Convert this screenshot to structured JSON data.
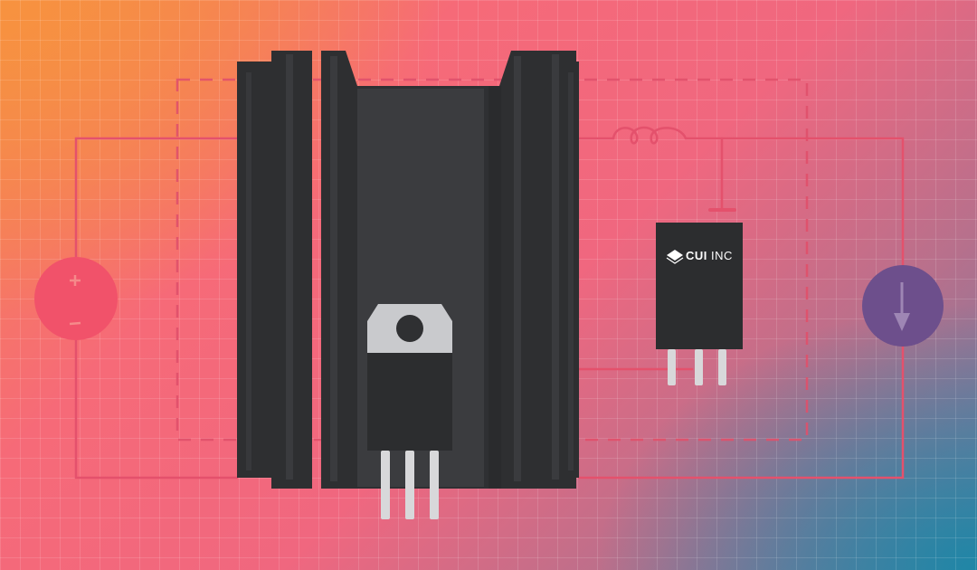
{
  "illustration": {
    "description": "Linear regulator on heat sink vs. compact switching regulator, over circuit schematic",
    "colors": {
      "gradient_top_left": "#f7923f",
      "gradient_mid": "#f66a78",
      "gradient_bottom_right": "#1f86a6",
      "wire": "#e0506a",
      "heatsink": "#2f3032",
      "heatsink_highlight": "#3c3d40",
      "to220_tab": "#c9cacc",
      "pins": "#d6d6d8",
      "source_circle": "#f0506a",
      "load_circle": "#6b4f8c"
    },
    "source": {
      "plus_symbol": "+",
      "minus_symbol": "−",
      "icon": "voltage-source-icon"
    },
    "load": {
      "icon": "current-sink-arrow-icon"
    },
    "inductor": {
      "icon": "inductor-coil-icon"
    },
    "module": {
      "brand_bold": "CUI",
      "brand_thin": "INC",
      "logo_icon": "cui-stacked-layers-logo"
    },
    "transistor": {
      "package": "TO-220",
      "pin_count": 3
    },
    "dashed_box": {
      "style": "dashed"
    }
  }
}
